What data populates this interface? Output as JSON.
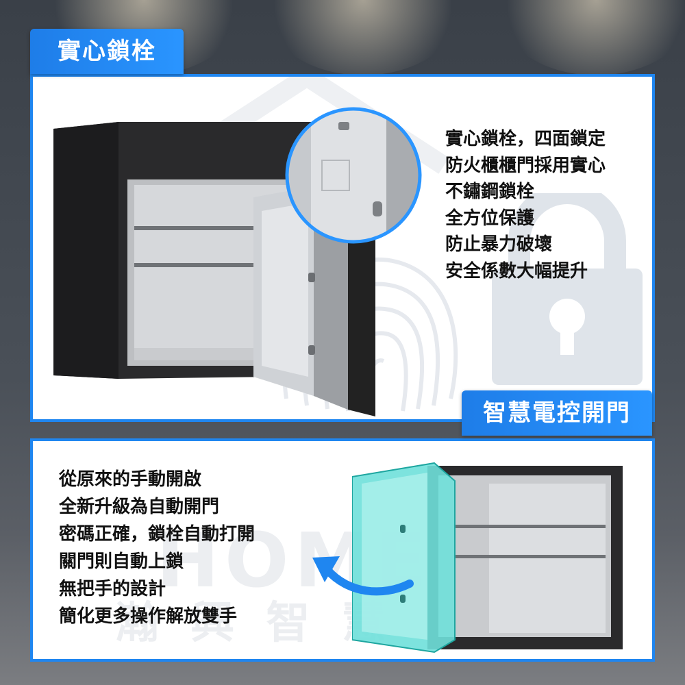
{
  "sections": [
    {
      "tag": "實心鎖栓",
      "lines": [
        "實心鎖栓，四面鎖定",
        "防火櫃櫃門採用實心",
        "不鏽鋼鎖栓",
        "全方位保護",
        "防止暴力破壞",
        "安全係數大幅提升"
      ]
    },
    {
      "tag": "智慧電控開門",
      "lines": [
        "從原來的手動開啟",
        "全新升級為自動開門",
        "密碼正確，鎖栓自動打開",
        "關門則自動上鎖",
        "無把手的設計",
        "簡化更多操作解放雙手"
      ]
    }
  ],
  "watermark": {
    "latin": "HOMES",
    "cjk": "瀚 興 智 慧"
  },
  "colors": {
    "accent": "#1f86f0",
    "safe_body": "#2a2a2c",
    "door_highlight": "#5ed3d0"
  },
  "icons": [
    "fingerprint-icon",
    "padlock-icon",
    "house-icon",
    "curved-arrow-icon"
  ]
}
